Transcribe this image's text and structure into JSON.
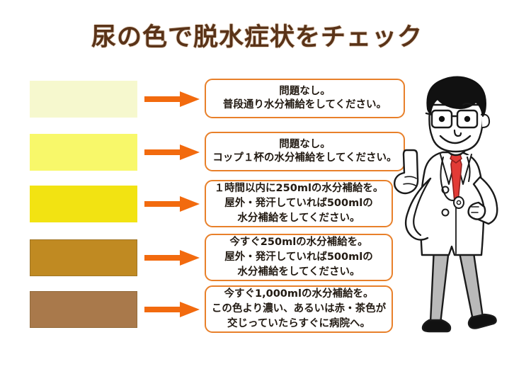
{
  "title": "尿の色で脱水症状をチェック",
  "colors": {
    "title_text": "#5a3318",
    "arrow": "#f26a0e",
    "box_border": "#e8802a",
    "box_text": "#221a12",
    "background": "#ffffff",
    "tie": "#e23b36",
    "hair": "#111111",
    "trousers": "#b9b9b9"
  },
  "rows": [
    {
      "swatch_name": "urine-color-swatch-1",
      "swatch_color": "#f6f8ce",
      "arrow_name": "arrow-1",
      "box_name": "advice-box-1",
      "lines": [
        "問題なし。",
        "普段通り水分補給をしてください。"
      ]
    },
    {
      "swatch_name": "urine-color-swatch-2",
      "swatch_color": "#f8f86a",
      "arrow_name": "arrow-2",
      "box_name": "advice-box-2",
      "lines": [
        "問題なし。",
        "コップ１杯の水分補給をしてください。"
      ]
    },
    {
      "swatch_name": "urine-color-swatch-3",
      "swatch_color": "#f2e312",
      "arrow_name": "arrow-3",
      "box_name": "advice-box-3",
      "lines": [
        "１時間以内に250mlの水分補給を。",
        "屋外・発汗していれば500mlの",
        "水分補給をしてください。"
      ]
    },
    {
      "swatch_name": "urine-color-swatch-4",
      "swatch_color": "#c08a22",
      "arrow_name": "arrow-4",
      "box_name": "advice-box-4",
      "lines": [
        "今すぐ250mlの水分補給を。",
        "屋外・発汗していれば500mlの",
        "水分補給をしてください。"
      ]
    },
    {
      "swatch_name": "urine-color-swatch-5",
      "swatch_color": "#a9794b",
      "arrow_name": "arrow-5",
      "box_name": "advice-box-5",
      "lines": [
        "今すぐ1,000mlの水分補給を。",
        "この色より濃い、あるいは赤・茶色が",
        "交じっていたらすぐに病院へ。"
      ]
    }
  ],
  "illustration": {
    "name": "doctor-illustration",
    "description": "pointing-doctor"
  }
}
